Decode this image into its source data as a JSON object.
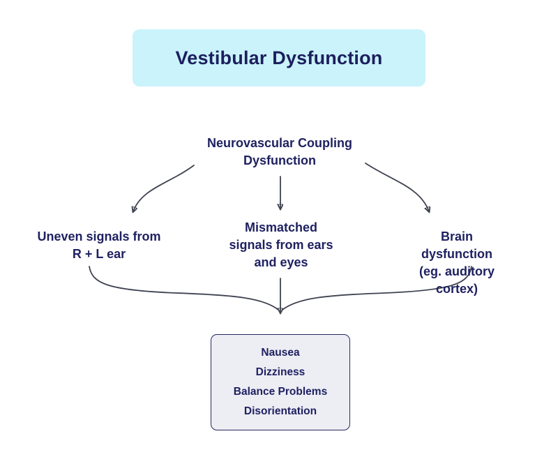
{
  "title": {
    "label": "Vestibular Dysfunction"
  },
  "root": {
    "label": "Neurovascular Coupling\nDysfunction"
  },
  "causes": {
    "left": {
      "label": "Uneven signals from\nR + L ear"
    },
    "center": {
      "label": "Mismatched\nsignals from ears\nand eyes"
    },
    "right": {
      "label": "Brain dysfunction\n(eg. auditory cortex)"
    }
  },
  "symptoms": {
    "items": [
      "Nausea",
      "Dizziness",
      "Balance Problems",
      "Disorientation"
    ]
  },
  "icons": {
    "arrows": "down-arrowheads"
  },
  "colors": {
    "page_bg": "#ffffff",
    "title_bg": "#caf3fb",
    "text_navy": "#1f2161",
    "arrow": "#3e4250",
    "symptom_box_bg": "#ededf4",
    "symptom_box_border": "#262a60"
  }
}
